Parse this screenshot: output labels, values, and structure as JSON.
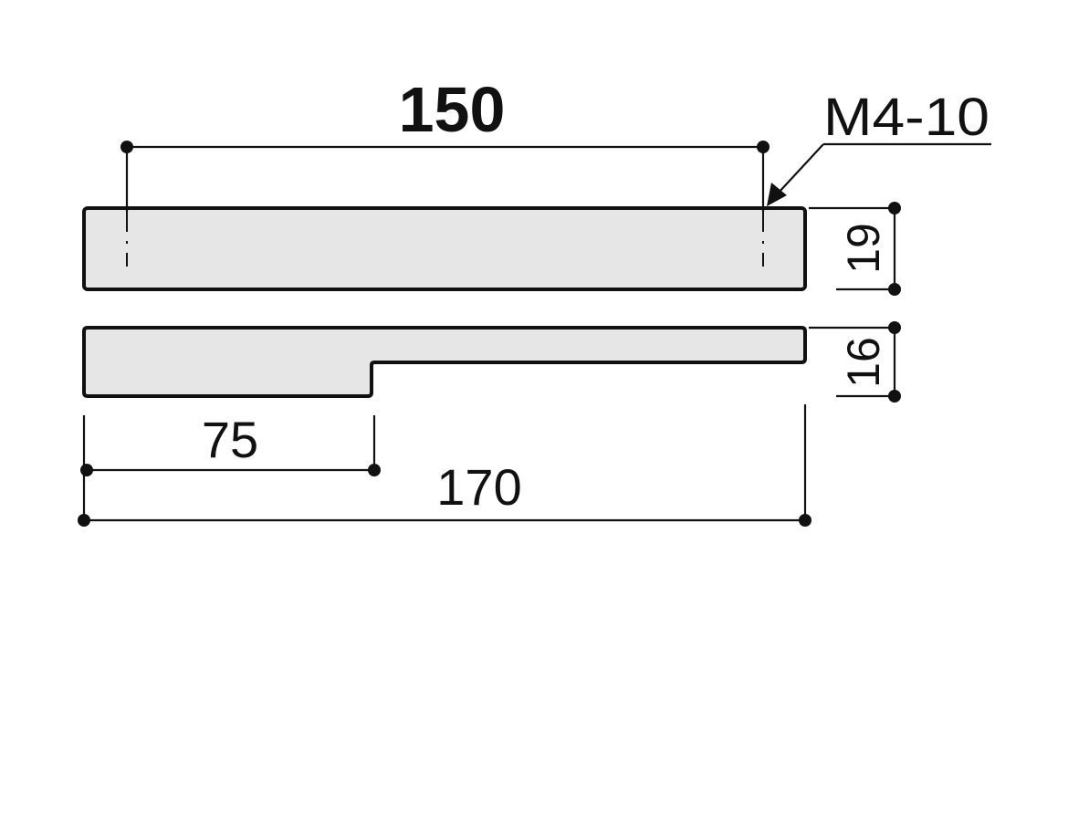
{
  "dimensions": {
    "hole_pitch": "150",
    "thread_callout": "M4-10",
    "top_height": "19",
    "base_height": "16",
    "step_length": "75",
    "overall_length": "170"
  },
  "colors": {
    "part_fill": "#e6e6e6",
    "line": "#111111",
    "background": "#ffffff"
  }
}
